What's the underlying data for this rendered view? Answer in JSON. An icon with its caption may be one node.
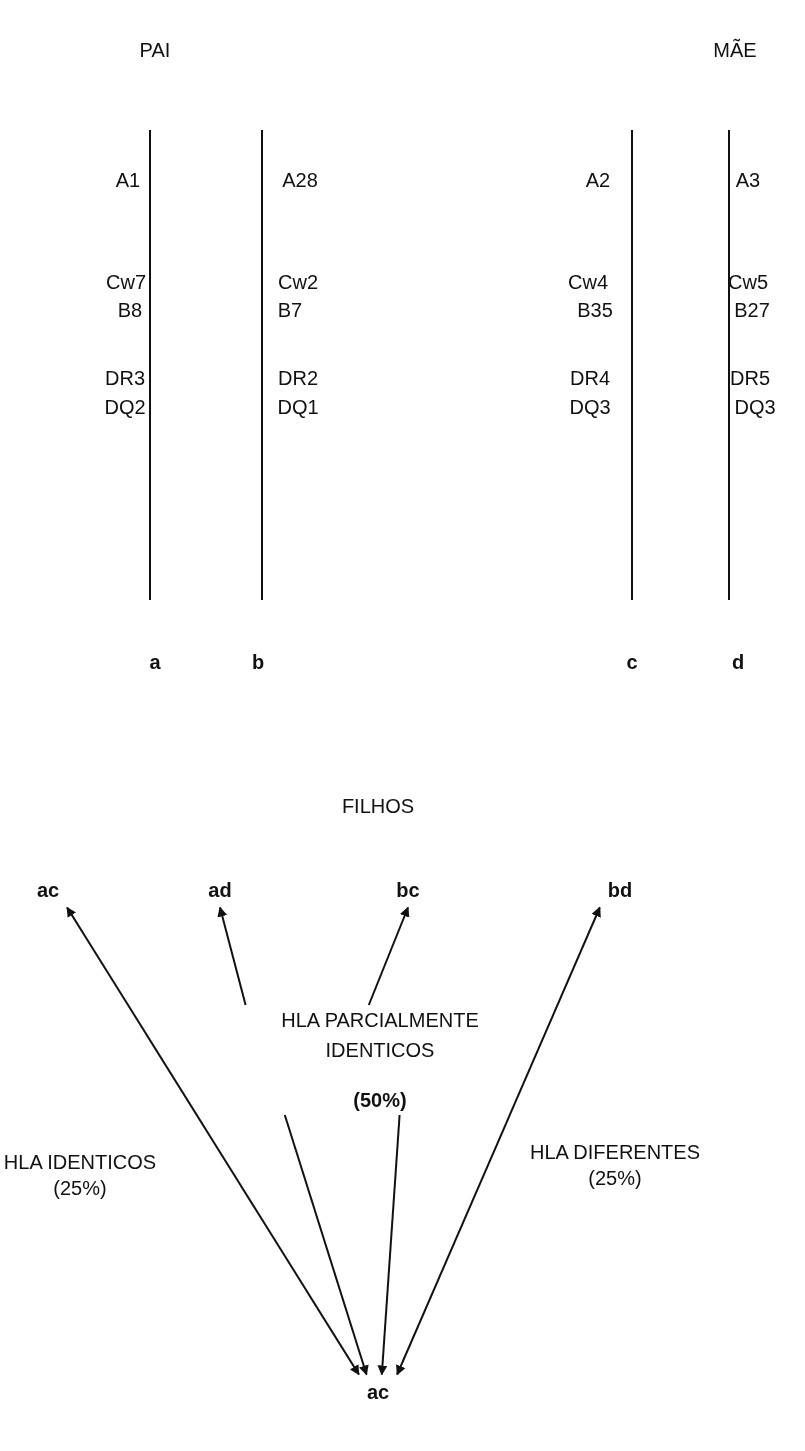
{
  "diagram": {
    "nodes": [
      {
        "text": [
          "ac"
        ]
      },
      {
        "text": [
          "ad"
        ]
      },
      {
        "text": [
          "bc"
        ]
      },
      {
        "text": [
          "bd"
        ]
      },
      {
        "text": [
          "HLA PARCIALMENTE IDENTICOS",
          "(50%)"
        ]
      },
      {
        "text": [
          "ac"
        ]
      }
    ],
    "edges": [
      {
        "from": 0,
        "to": 5,
        "arrow": "both"
      },
      {
        "from": 4,
        "to": 1,
        "arrow": "to"
      },
      {
        "from": 4,
        "to": 2,
        "arrow": "to"
      },
      {
        "from": 4,
        "to": 5,
        "arrow": "to"
      },
      {
        "from": 4,
        "to": 5,
        "arrow": "to"
      },
      {
        "from": 3,
        "to": 5,
        "arrow": "both"
      }
    ],
    "labels": [
      "PAI",
      "MÃE",
      "A1",
      "A28",
      "A2",
      "A3",
      "Cw7",
      "Cw2",
      "Cw4",
      "Cw5",
      "B8",
      "B7",
      "B35",
      "B27",
      "DR3",
      "DR2",
      "DR4",
      "DR5",
      "DQ2",
      "DQ1",
      "DQ3",
      "DQ3",
      "a",
      "b",
      "c",
      "d",
      "FILHOS",
      "HLA IDENTICOS (25%)",
      "HLA DIFERENTES (25%)"
    ]
  }
}
